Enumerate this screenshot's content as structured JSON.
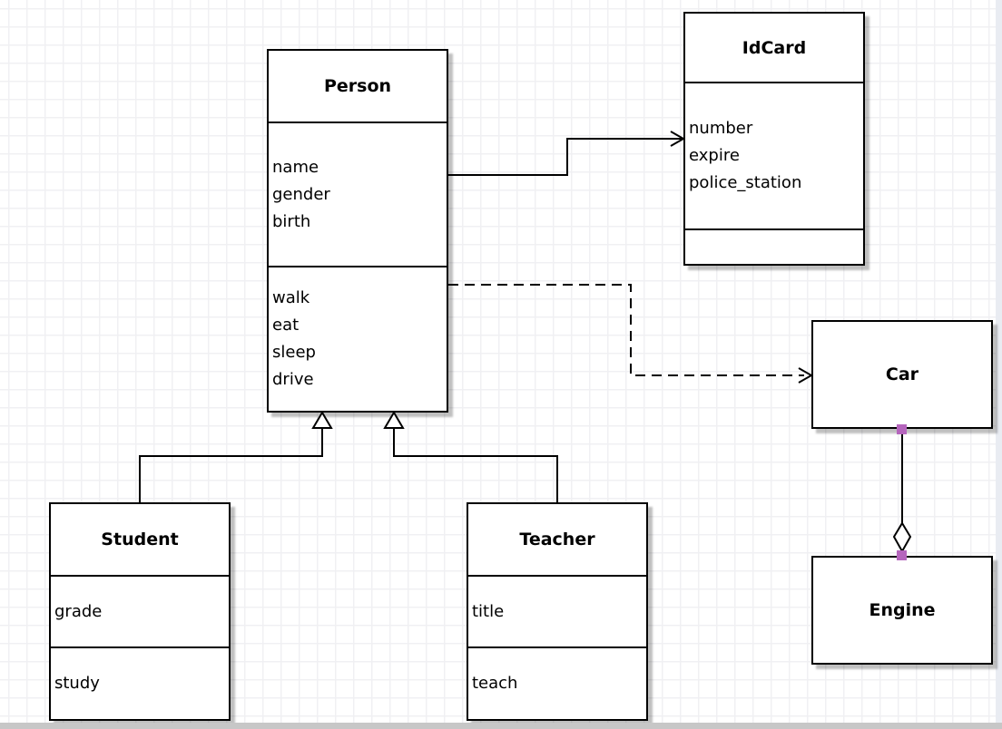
{
  "classes": {
    "person": {
      "name": "Person",
      "attributes": [
        "name",
        "gender",
        "birth"
      ],
      "methods": [
        "walk",
        "eat",
        "sleep",
        "drive"
      ]
    },
    "idcard": {
      "name": "IdCard",
      "attributes": [
        "number",
        "expire",
        "police_station"
      ],
      "methods": []
    },
    "car": {
      "name": "Car",
      "attributes": [],
      "methods": []
    },
    "engine": {
      "name": "Engine",
      "attributes": [],
      "methods": []
    },
    "student": {
      "name": "Student",
      "attributes": [
        "grade"
      ],
      "methods": [
        "study"
      ]
    },
    "teacher": {
      "name": "Teacher",
      "attributes": [
        "title"
      ],
      "methods": [
        "teach"
      ]
    }
  },
  "relationships": [
    {
      "from": "Person",
      "to": "IdCard",
      "type": "association",
      "line": "solid",
      "arrowhead": "open"
    },
    {
      "from": "Person",
      "to": "Car",
      "type": "dependency",
      "line": "dashed",
      "arrowhead": "open"
    },
    {
      "from": "Student",
      "to": "Person",
      "type": "generalization",
      "line": "solid",
      "arrowhead": "hollow-triangle"
    },
    {
      "from": "Teacher",
      "to": "Person",
      "type": "generalization",
      "line": "solid",
      "arrowhead": "hollow-triangle"
    },
    {
      "from": "Car",
      "to": "Engine",
      "type": "aggregation",
      "line": "solid",
      "arrowhead": "hollow-diamond",
      "selected": true
    }
  ],
  "colors": {
    "selection_handle": "#b565bd",
    "box_border": "#000000",
    "box_fill": "#ffffff",
    "grid_line": "#f0f0f3"
  }
}
